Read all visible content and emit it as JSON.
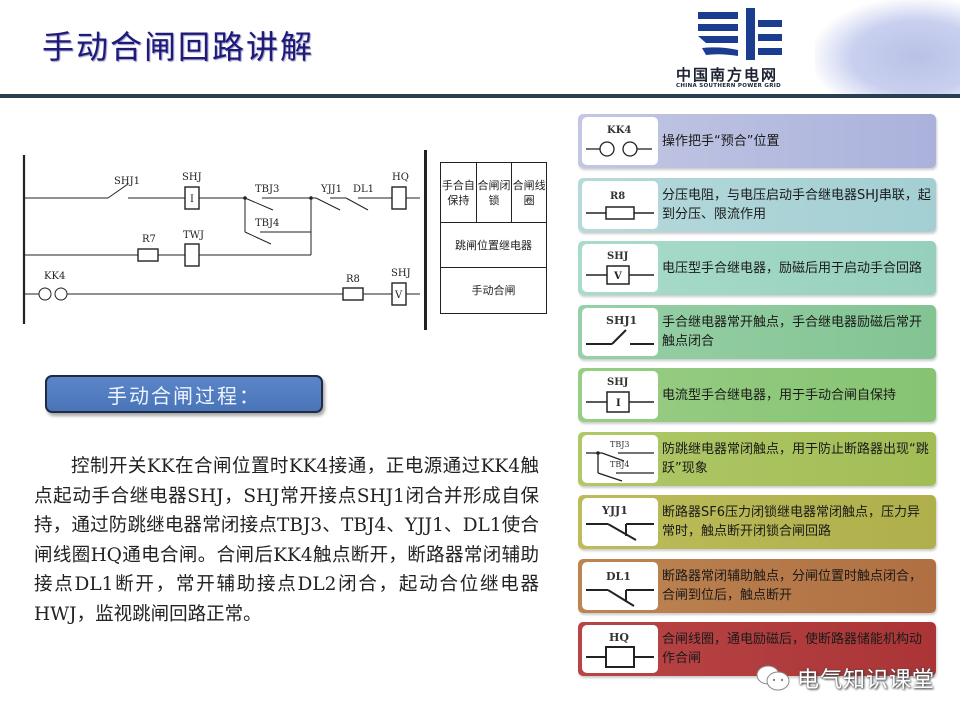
{
  "header": {
    "title": "手动合闸回路讲解",
    "logo_cn": "中国南方电网",
    "logo_en": "CHINA SOUTHERN POWER GRID",
    "rule_color": "#2b3f52"
  },
  "diagram": {
    "labels": {
      "shj1": "SHJ1",
      "shj_i": "SHJ",
      "i_symbol": "I",
      "tbj3": "TBJ3",
      "tbj4": "TBJ4",
      "yjj1": "YJJ1",
      "dl1": "DL1",
      "hq": "HQ",
      "r7": "R7",
      "twj": "TWJ",
      "kk4": "KK4",
      "r8": "R8",
      "shj_v": "SHJ",
      "v_symbol": "V"
    },
    "legend": {
      "col1": "手合自保持",
      "col2": "合闸闭锁",
      "col3": "合闸线圈",
      "row2": "跳闸位置继电器",
      "row3": "手动合闸"
    }
  },
  "process": {
    "heading": "手动合闸过程：",
    "body": "控制开关KK在合闸位置时KK4接通，正电源通过KK4触点起动手合继电器SHJ，SHJ常开接点SHJ1闭合并形成自保持，通过防跳继电器常闭接点TBJ3、TBJ4、YJJ1、DL1使合闸线圈HQ通电合闸。合闸后KK4触点断开，断路器常闭辅助接点DL1断开，常开辅助接点DL2闭合，起动合位继电器HWJ，监视跳闸回路正常。"
  },
  "cards": [
    {
      "symbol": "KK4",
      "icon": "switch-contacts-icon",
      "color": "#b3b9de",
      "desc": "操作把手“预合”位置"
    },
    {
      "symbol": "R8",
      "icon": "resistor-icon",
      "color": "#a9d3d6",
      "desc": "分压电阻，与电压启动手合继电器SHJ串联，起到分压、限流作用"
    },
    {
      "symbol": "SHJ",
      "icon": "voltage-relay-icon",
      "color": "#9fd6c4",
      "desc": "电压型手合继电器，励磁后用于启动手合回路",
      "inner": "V"
    },
    {
      "symbol": "SHJ1",
      "icon": "normally-open-contact-icon",
      "color": "#8ccb9c",
      "desc": "手合继电器常开触点，手合继电器励磁后常开触点闭合"
    },
    {
      "symbol": "SHJ",
      "icon": "current-relay-icon",
      "color": "#8fc97a",
      "desc": "电流型手合继电器，用于手动合闸自保持",
      "inner": "I"
    },
    {
      "symbol": "TBJ3",
      "symbol2": "TBJ4",
      "icon": "anti-pump-contacts-icon",
      "color": "#a9c25e",
      "desc": "防跳继电器常闭触点，用于防止断路器出现“跳跃”现象"
    },
    {
      "symbol": "YJJ1",
      "icon": "normally-closed-contact-icon",
      "color": "#b4b452",
      "desc": "断路器SF6压力闭锁继电器常闭触点，压力异常时，触点断开闭锁合闸回路"
    },
    {
      "symbol": "DL1",
      "icon": "normally-closed-contact-icon",
      "color": "#b87a4a",
      "desc": "断路器常闭辅助触点，分闸位置时触点闭合，合闸到位后，触点断开"
    },
    {
      "symbol": "HQ",
      "icon": "coil-icon",
      "color": "#b23a3c",
      "desc": "合闸线圈，通电励磁后，使断路器储能机构动作合闸"
    }
  ],
  "watermark": {
    "text": "电气知识课堂",
    "icon": "wechat-icon"
  }
}
